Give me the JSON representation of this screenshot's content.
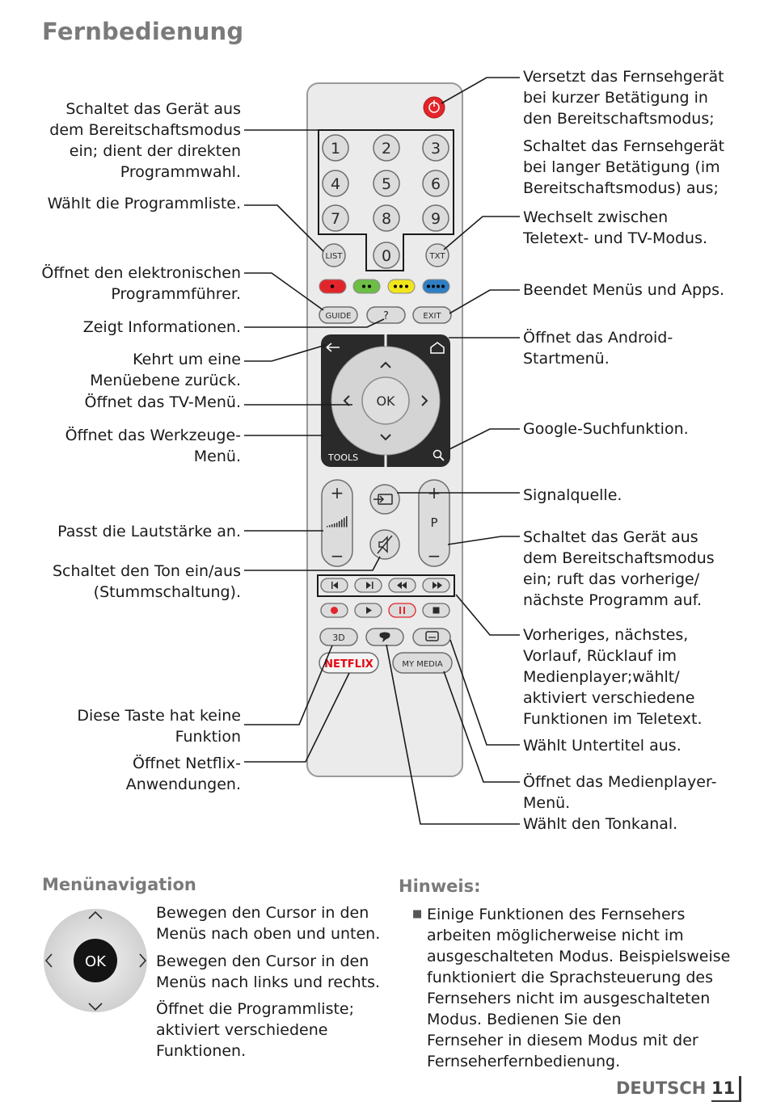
{
  "page_title": "Fernbedienung",
  "left_labels": [
    [
      "Schaltet das Gerät aus",
      "dem Bereitschaftsmodus",
      "ein; dient der direkten",
      "Programmwahl."
    ],
    [
      "Wählt die Programmliste."
    ],
    [
      "Öffnet den elektronischen",
      "Programmführer."
    ],
    [
      "Zeigt Informationen."
    ],
    [
      "Kehrt um eine",
      "Menüebene zurück."
    ],
    [
      "Öffnet das TV-Menü."
    ],
    [
      "Öffnet das Werkzeuge-",
      "Menü."
    ],
    [
      "Passt die Lautstärke an."
    ],
    [
      "Schaltet den Ton ein/aus",
      "(Stummschaltung)."
    ],
    [
      "Diese Taste hat keine",
      "Funktion"
    ],
    [
      "Öffnet Netflix-",
      "Anwendungen."
    ]
  ],
  "right_labels": [
    [
      "Versetzt das Fernsehgerät",
      "bei kurzer Betätigung in",
      "den Bereitschaftsmodus;"
    ],
    [
      "Schaltet das Fernsehgerät",
      "bei langer Betätigung (im",
      "Bereitschaftsmodus) aus;"
    ],
    [
      "Wechselt zwischen",
      "Teletext- und TV-Modus."
    ],
    [
      "Beendet Menüs und Apps."
    ],
    [
      "Öffnet das Android-",
      "Startmenü."
    ],
    [
      "Google-Suchfunktion."
    ],
    [
      "Signalquelle."
    ],
    [
      "Schaltet das Gerät aus",
      "dem Bereitschaftsmodus",
      "ein; ruft das vorherige/",
      "nächste Programm auf."
    ],
    [
      "Vorheriges, nächstes,",
      "Vorlauf, Rücklauf im",
      "Medienplayer;wählt/",
      "aktiviert verschiedene",
      "Funktionen im Teletext."
    ],
    [
      "Wählt Untertitel aus."
    ],
    [
      "Öffnet das Medienplayer-",
      "Menü."
    ],
    [
      "Wählt den Tonkanal."
    ]
  ],
  "remote": {
    "digits": [
      "1",
      "2",
      "3",
      "4",
      "5",
      "6",
      "7",
      "8",
      "9",
      "0"
    ],
    "list": "LIST",
    "txt": "TXT",
    "guide": "GUIDE",
    "info": "?",
    "exit": "EXIT",
    "ok": "OK",
    "tools": "TOOLS",
    "vol_plus": "+",
    "vol_minus": "−",
    "prog_plus": "+",
    "prog_label": "P",
    "prog_minus": "−",
    "btn_3d": "3D",
    "netflix": "NETFLIX",
    "my_media": "MY MEDIA",
    "colors": {
      "red": "#e2252b",
      "green": "#6cbe45",
      "yellow": "#f2e51c",
      "blue": "#2f7ec4",
      "power": "#e2252b",
      "body": "#e9e9e9",
      "nav": "#2a2a2a"
    }
  },
  "menu_nav": {
    "heading": "Menünavigation",
    "ok": "OK",
    "items": [
      [
        "Bewegen den Cursor in den",
        "Menüs nach oben und unten."
      ],
      [
        "Bewegen den Cursor in den",
        "Menüs nach links und rechts."
      ],
      [
        "Öffnet die Programmliste;",
        "aktiviert verschiedene",
        "Funktionen."
      ]
    ]
  },
  "hint": {
    "heading": "Hinweis:",
    "bullet": "■",
    "lines": [
      "Einige Funktionen des Fernsehers",
      "arbeiten möglicherweise nicht im",
      "ausgeschalteten Modus. Beispielsweise",
      "funktioniert die Sprachsteuerung des",
      "Fernsehers nicht im ausgeschalteten",
      "Modus. Bedienen Sie den",
      "Fernseher in diesem Modus mit der",
      "Fernseherfernbedienung."
    ]
  },
  "footer": {
    "language": "DEUTSCH",
    "page_number": "11"
  }
}
